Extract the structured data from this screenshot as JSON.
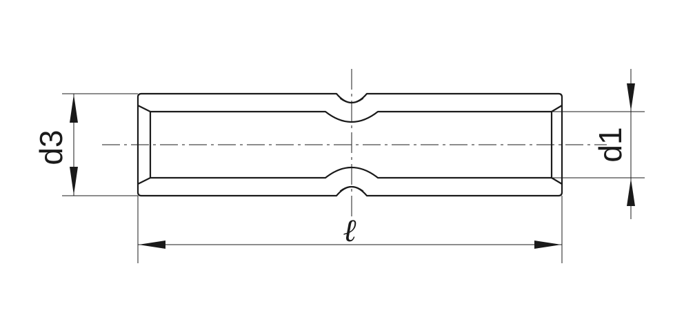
{
  "dimensions": {
    "outer_diameter": "d3",
    "inner_diameter": "d1",
    "length": "ℓ"
  },
  "style": {
    "line_color": "#1a1a1a",
    "background": "#ffffff"
  }
}
